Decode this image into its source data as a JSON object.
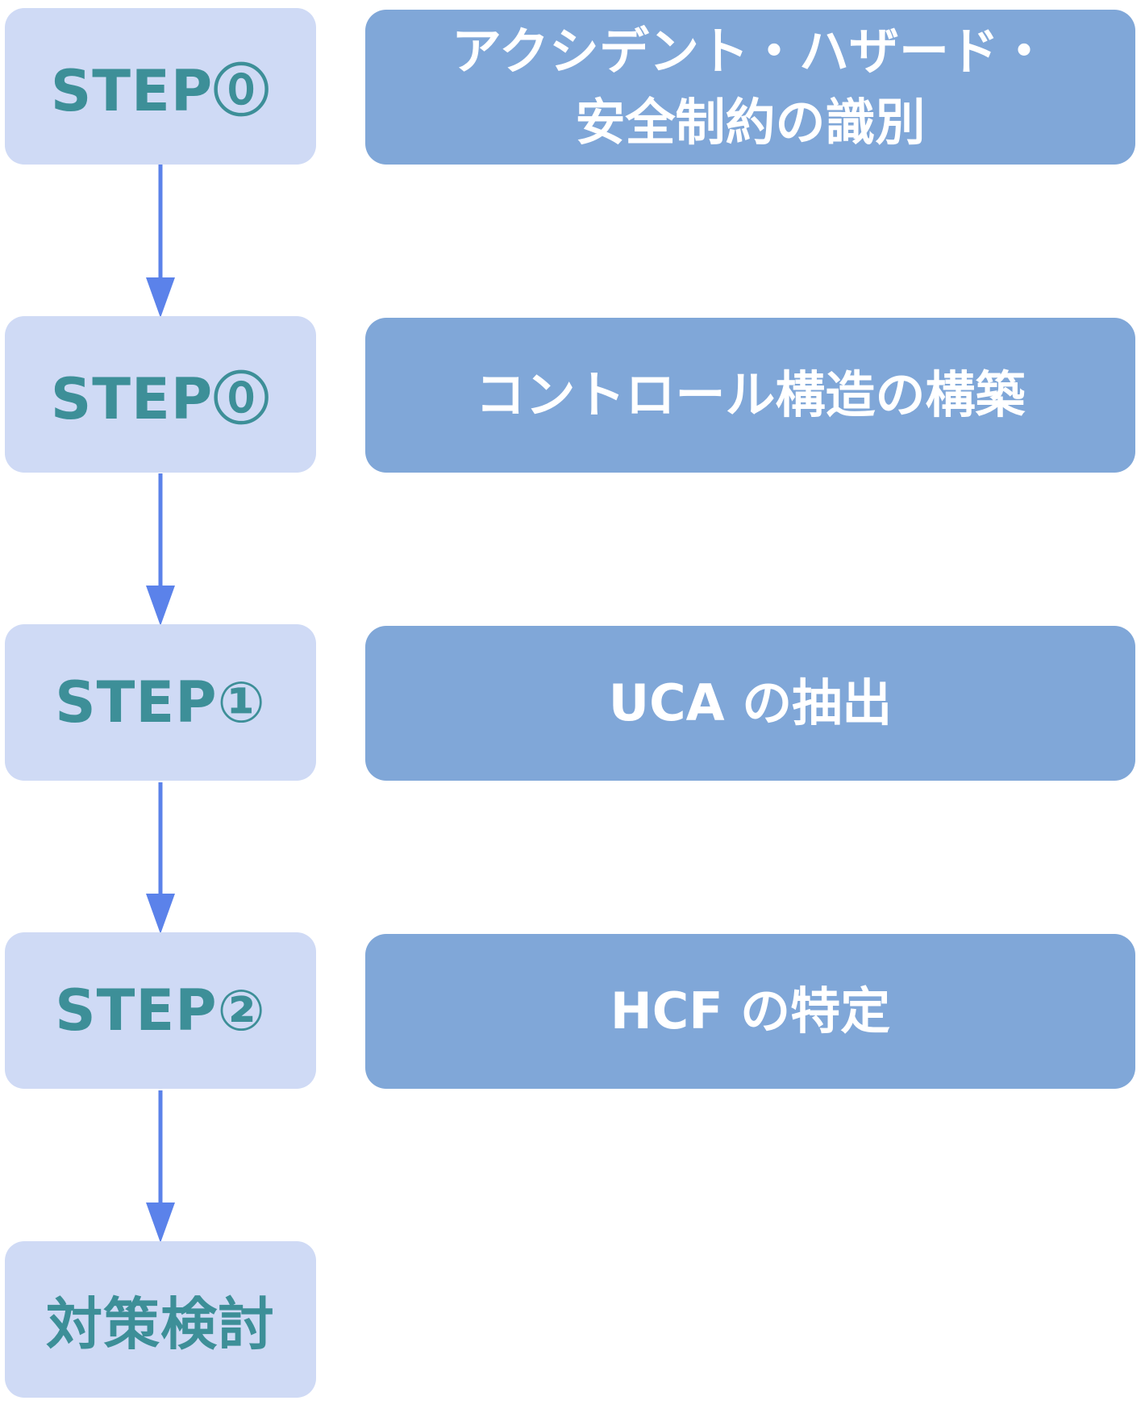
{
  "colors": {
    "step_fill": "#cfdaf5",
    "step_text": "#3d8f98",
    "desc_fill": "#80a7d8",
    "desc_text": "#ffffff",
    "arrow": "#5b82ea"
  },
  "steps": [
    {
      "label": "STEP⓪",
      "description_lines": [
        "アクシデント・ハザード・",
        "安全制約の識別"
      ]
    },
    {
      "label": "STEP⓪",
      "description_lines": [
        "コントロール構造の構築"
      ]
    },
    {
      "label": "STEP①",
      "description_lines": [
        "UCA の抽出"
      ]
    },
    {
      "label": "STEP②",
      "description_lines": [
        "HCF の特定"
      ]
    },
    {
      "label": "対策検討"
    }
  ]
}
